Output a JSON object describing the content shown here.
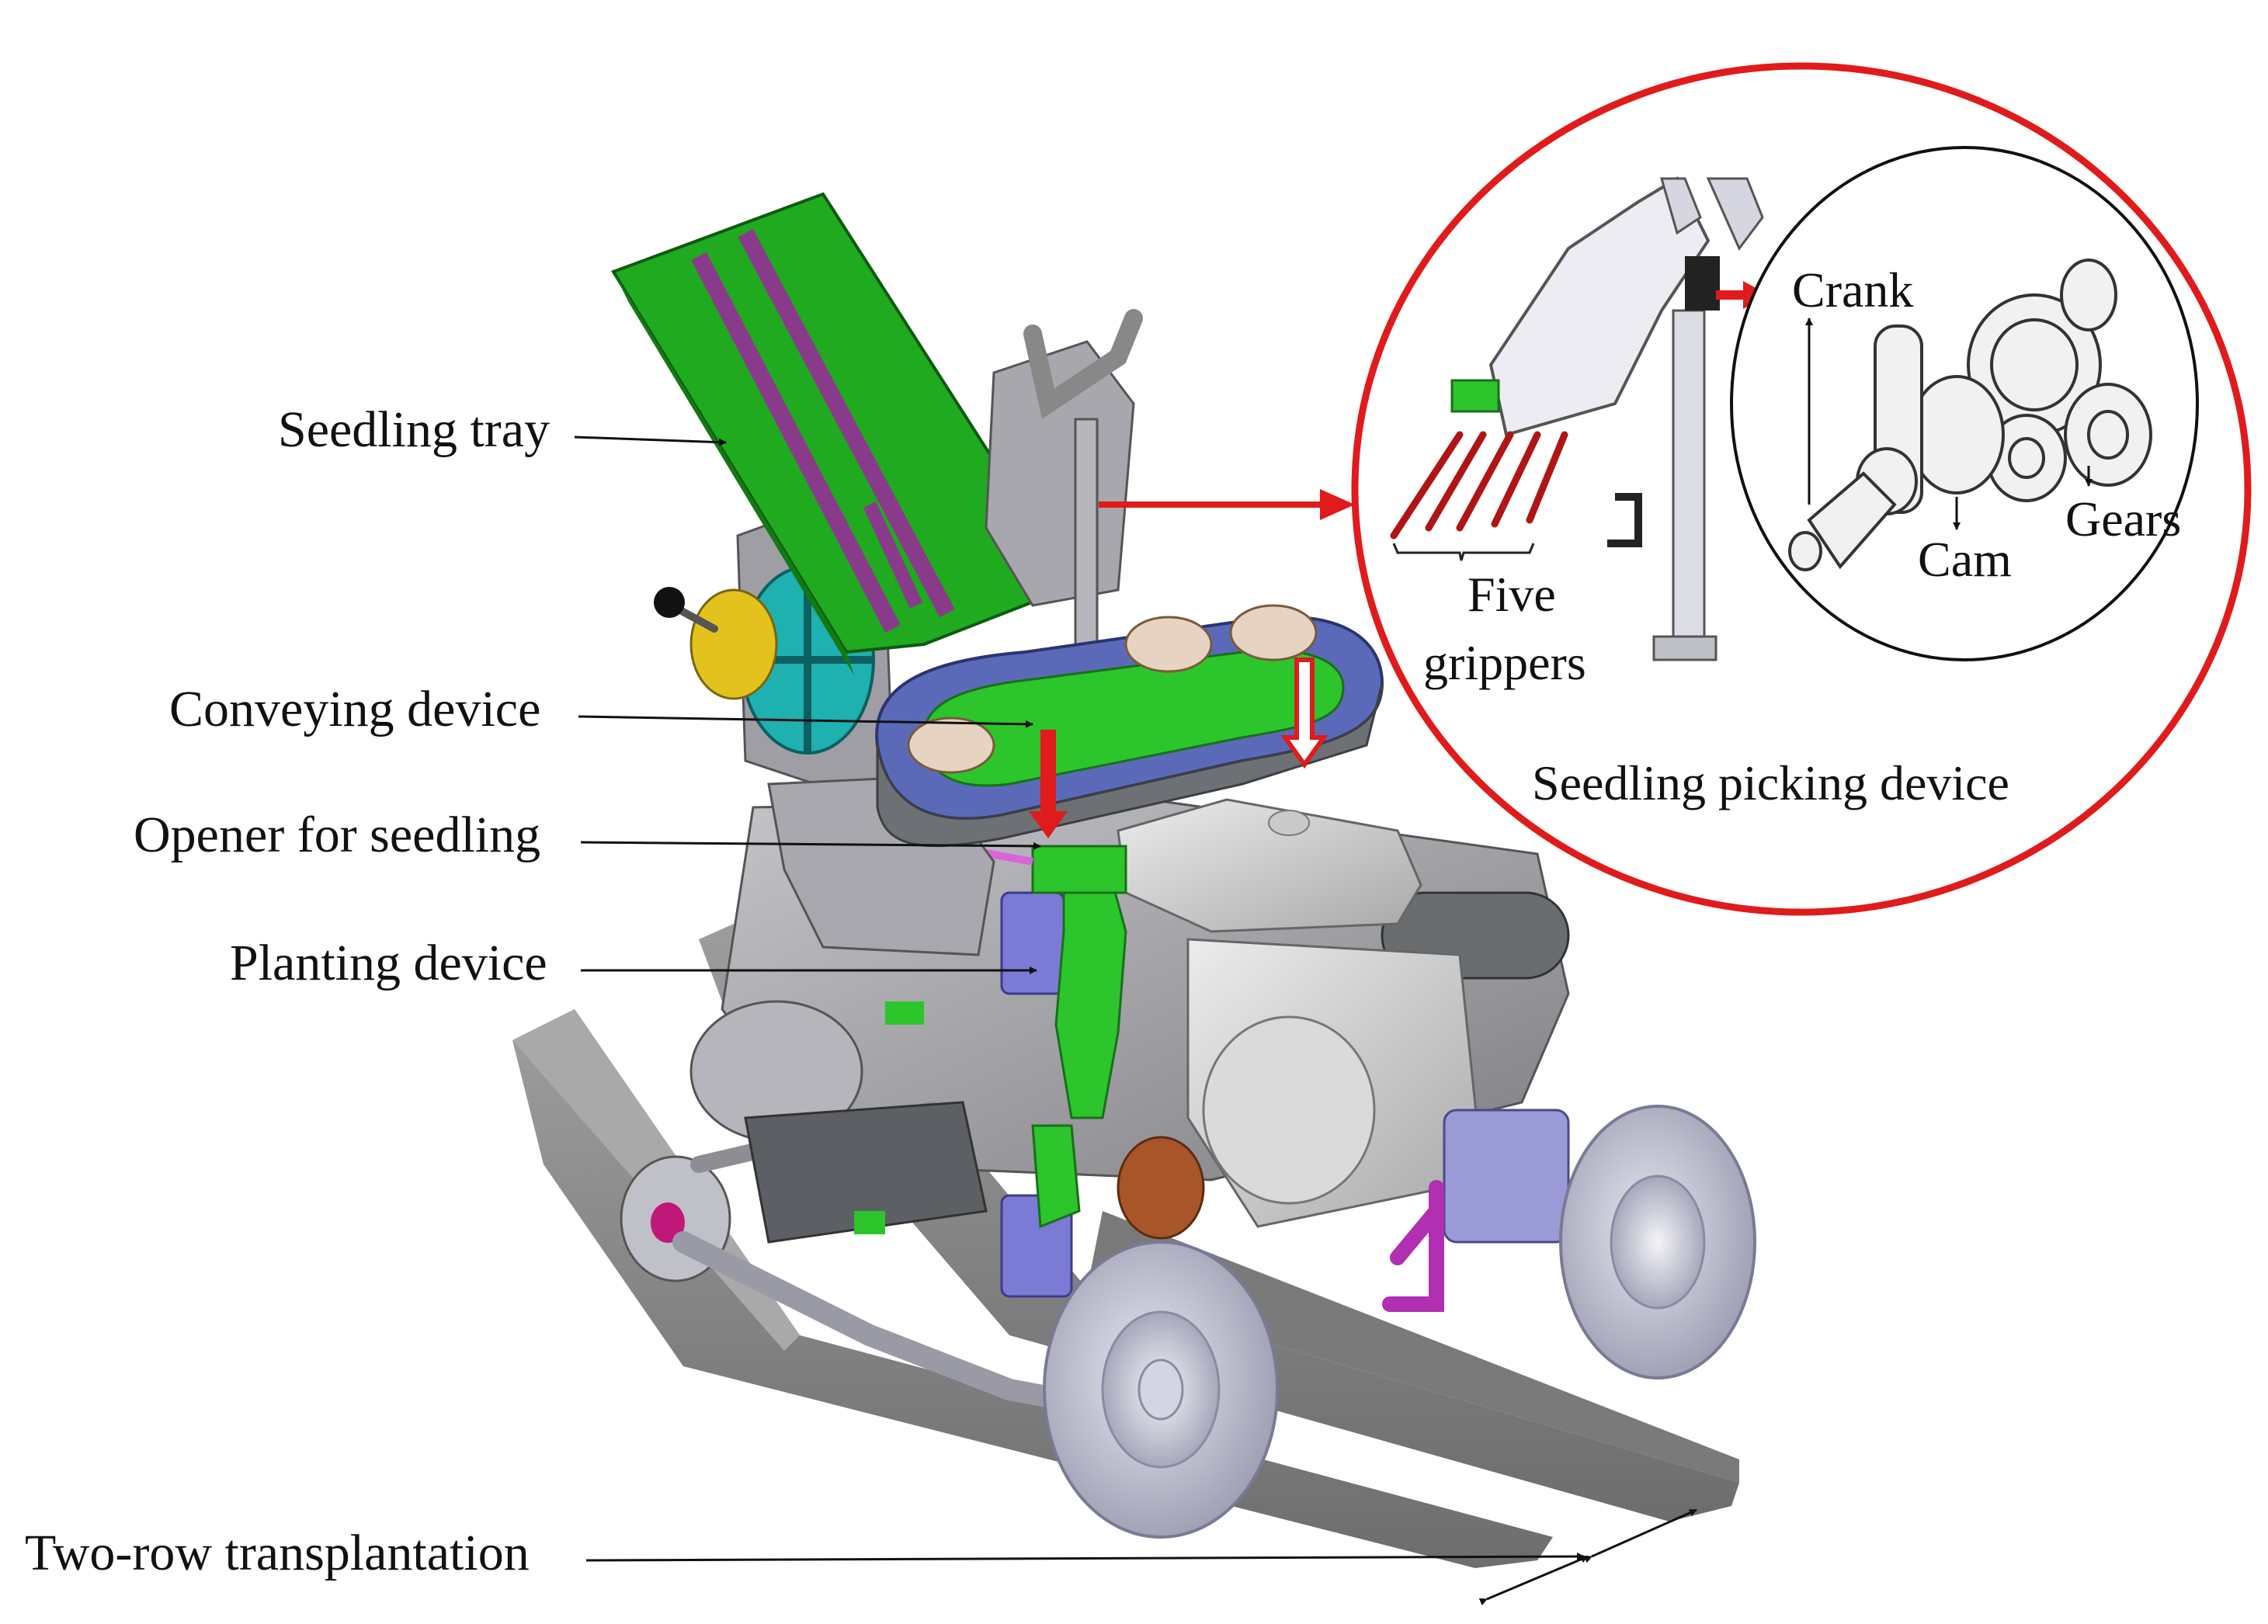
{
  "labels": {
    "seedling_tray": "Seedling tray",
    "conveying_device": "Conveying device",
    "opener_for_seedling": "Opener for seedling",
    "planting_device": "Planting device",
    "two_row_transplantation": "Two-row transplantation",
    "five_grippers_line1": "Five",
    "five_grippers_line2": "grippers",
    "seedling_picking_device": "Seedling picking device",
    "crank": "Crank",
    "cam": "Cam",
    "gears": "Gears"
  },
  "colors": {
    "callout_circle": "#e01b1b",
    "arrow_red": "#e01b1b",
    "tray_green": "#1fa51f",
    "tray_purple": "#8a3a8a",
    "machine_gray": "#a9a9ad",
    "wheel": "#c9c9dc",
    "ground_strip": "#8c8c8c",
    "engine": "#d2d2d2",
    "belt": "#6b6e72"
  }
}
